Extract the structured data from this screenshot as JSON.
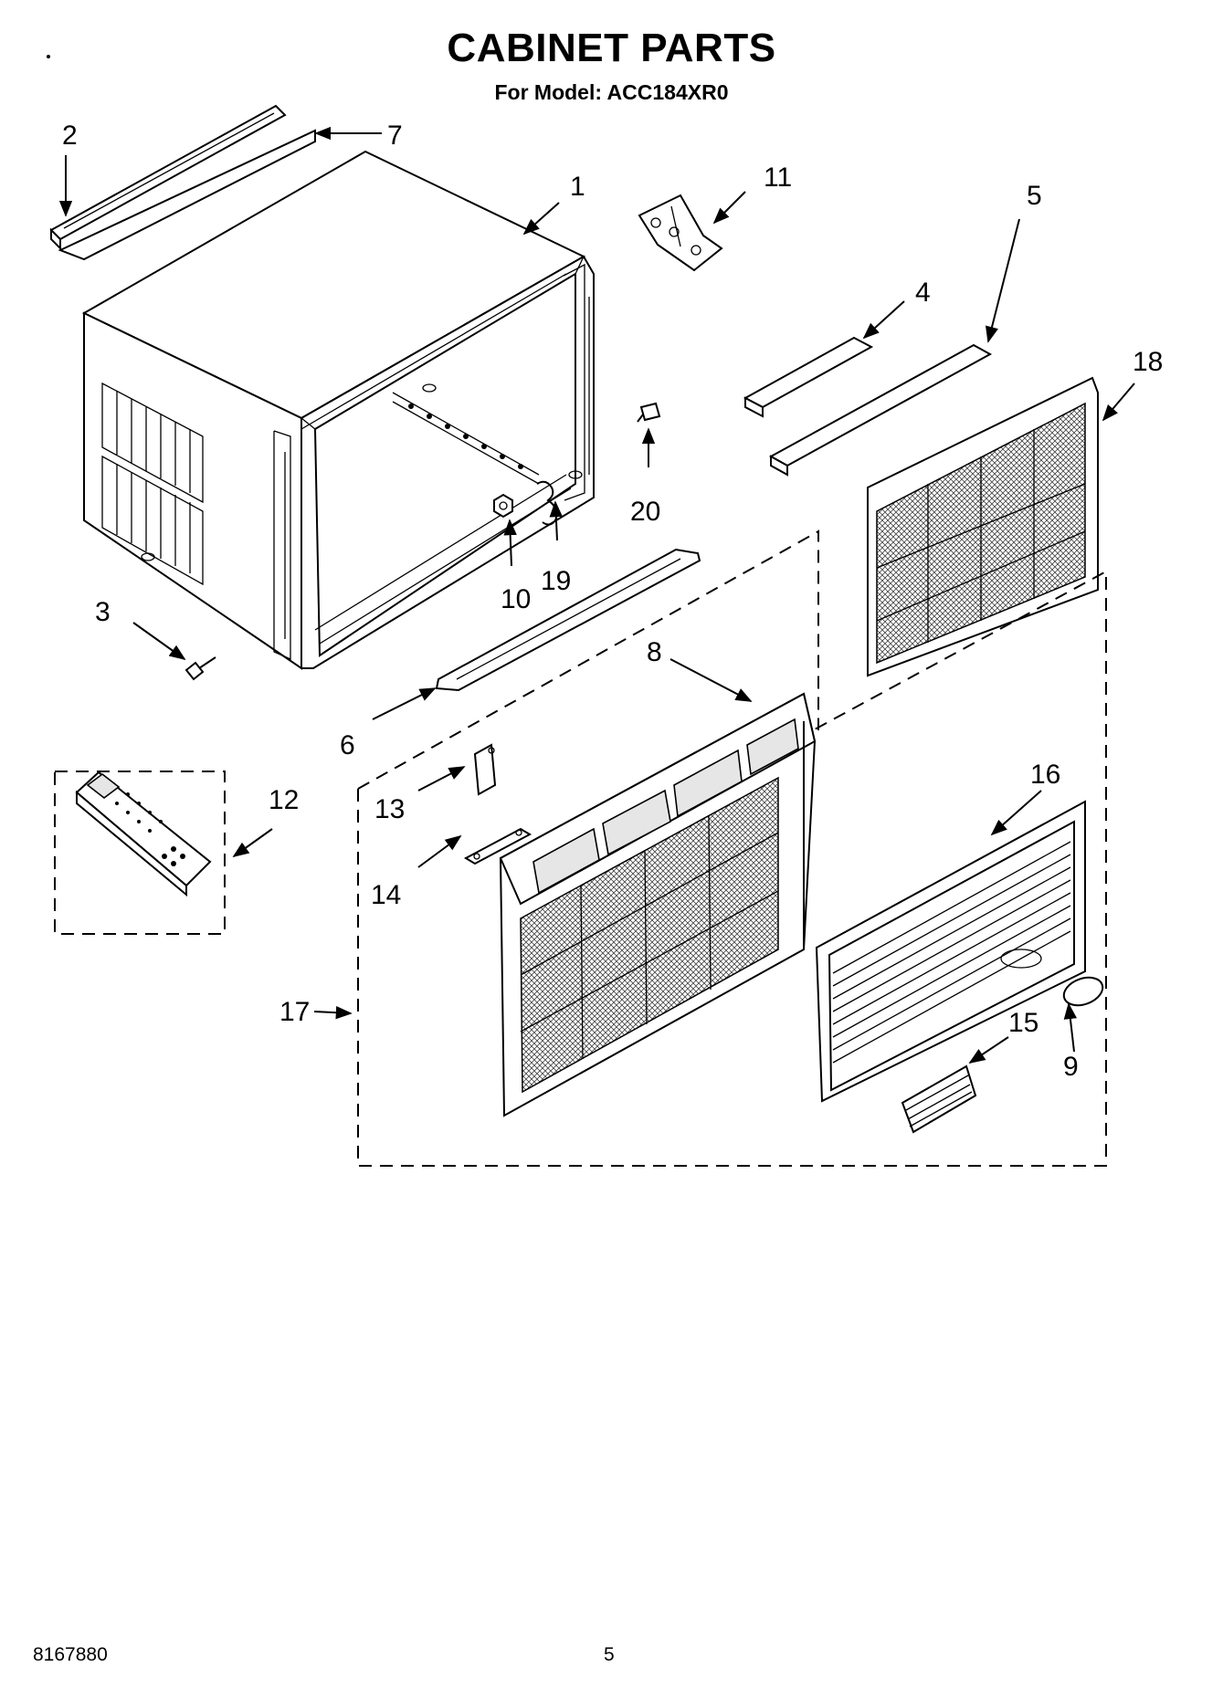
{
  "page": {
    "title": "CABINET PARTS",
    "subtitle": "For Model: ACC184XR0",
    "document_number": "8167880",
    "page_number": "5"
  },
  "callouts": [
    {
      "id": "c1",
      "label": "1"
    },
    {
      "id": "c2",
      "label": "2"
    },
    {
      "id": "c3",
      "label": "3"
    },
    {
      "id": "c4",
      "label": "4"
    },
    {
      "id": "c5",
      "label": "5"
    },
    {
      "id": "c6",
      "label": "6"
    },
    {
      "id": "c7",
      "label": "7"
    },
    {
      "id": "c8",
      "label": "8"
    },
    {
      "id": "c9",
      "label": "9"
    },
    {
      "id": "c10",
      "label": "10"
    },
    {
      "id": "c11",
      "label": "11"
    },
    {
      "id": "c12",
      "label": "12"
    },
    {
      "id": "c13",
      "label": "13"
    },
    {
      "id": "c14",
      "label": "14"
    },
    {
      "id": "c15",
      "label": "15"
    },
    {
      "id": "c16",
      "label": "16"
    },
    {
      "id": "c17",
      "label": "17"
    },
    {
      "id": "c18",
      "label": "18"
    },
    {
      "id": "c19",
      "label": "19"
    },
    {
      "id": "c20",
      "label": "20"
    }
  ]
}
